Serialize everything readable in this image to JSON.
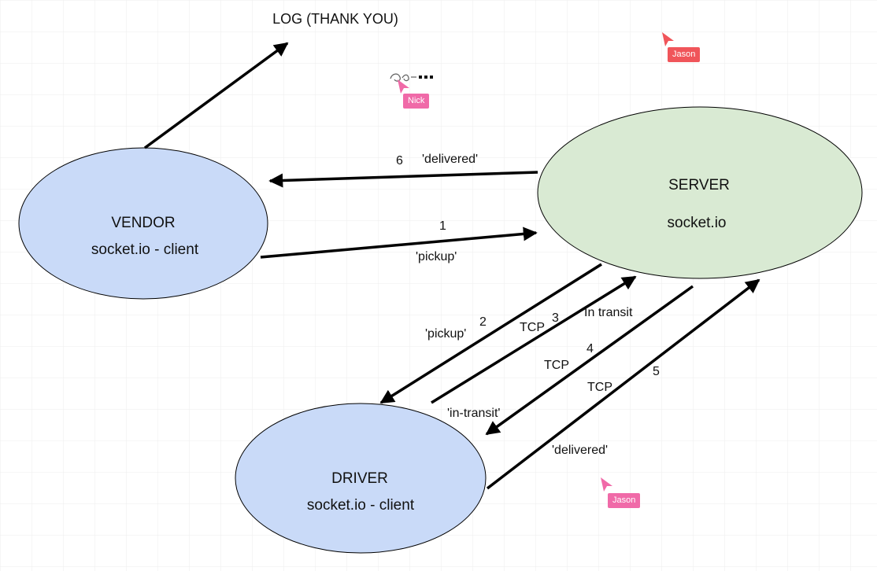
{
  "diagram": {
    "log_label": "LOG (THANK YOU)",
    "nodes": {
      "vendor": {
        "title": "VENDOR",
        "subtitle": "socket.io - client",
        "fill": "#c9daf8"
      },
      "server": {
        "title": "SERVER",
        "subtitle": "socket.io",
        "fill": "#d9ead3"
      },
      "driver": {
        "title": "DRIVER",
        "subtitle": "socket.io - client",
        "fill": "#c9daf8"
      }
    },
    "edges": {
      "e6": {
        "num": "6",
        "event": "'delivered'"
      },
      "e1": {
        "num": "1",
        "event": "'pickup'"
      },
      "e2": {
        "num": "2",
        "event": "'pickup'"
      },
      "e3": {
        "num": "3",
        "proto": "TCP",
        "event": "'In transit"
      },
      "e4": {
        "num": "4",
        "proto": "TCP",
        "event": "'in-transit'"
      },
      "e5": {
        "num": "5",
        "proto": "TCP",
        "event": "'delivered'"
      }
    }
  },
  "collaborators": [
    {
      "name": "Jason",
      "color": "#f0555a"
    },
    {
      "name": "Nick",
      "color": "#f06aa8"
    },
    {
      "name": "Jason",
      "color": "#f06aa8"
    }
  ]
}
